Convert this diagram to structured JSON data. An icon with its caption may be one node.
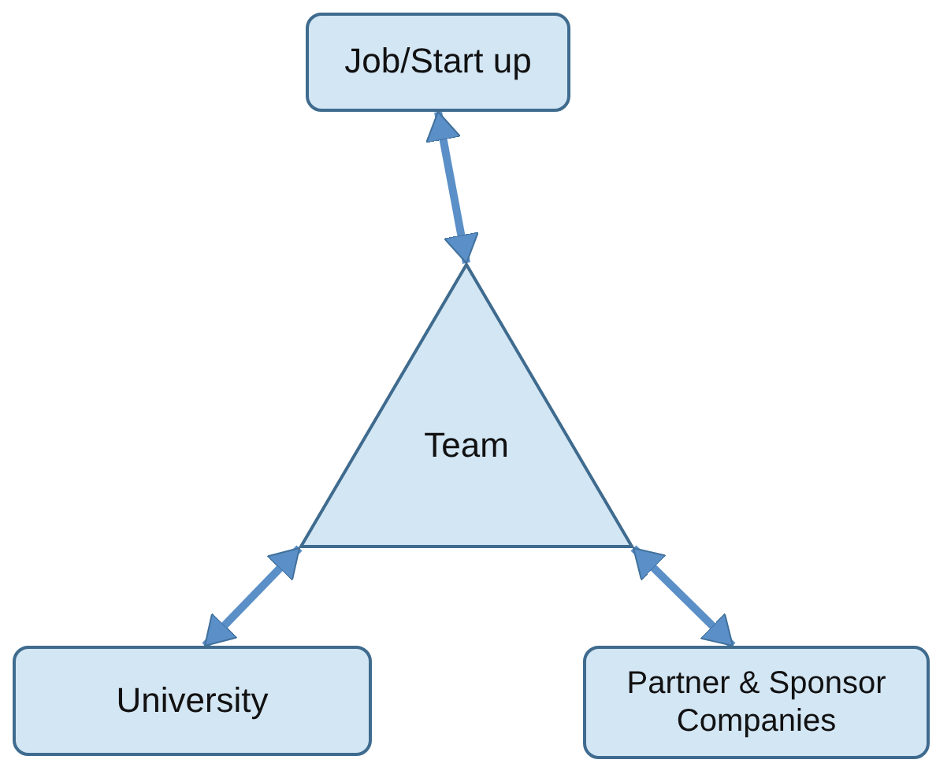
{
  "diagram": {
    "nodes": [
      {
        "text": [
          "Job/Start up"
        ]
      },
      {
        "text": [
          "Team"
        ]
      },
      {
        "text": [
          "University"
        ]
      },
      {
        "text": [
          "Partner & Sponsor Companies"
        ]
      }
    ],
    "edges": [
      {
        "from": 0,
        "to": 1,
        "arrow": "both"
      },
      {
        "from": 1,
        "to": 2,
        "arrow": "both"
      },
      {
        "from": 1,
        "to": 3,
        "arrow": "both"
      }
    ]
  }
}
